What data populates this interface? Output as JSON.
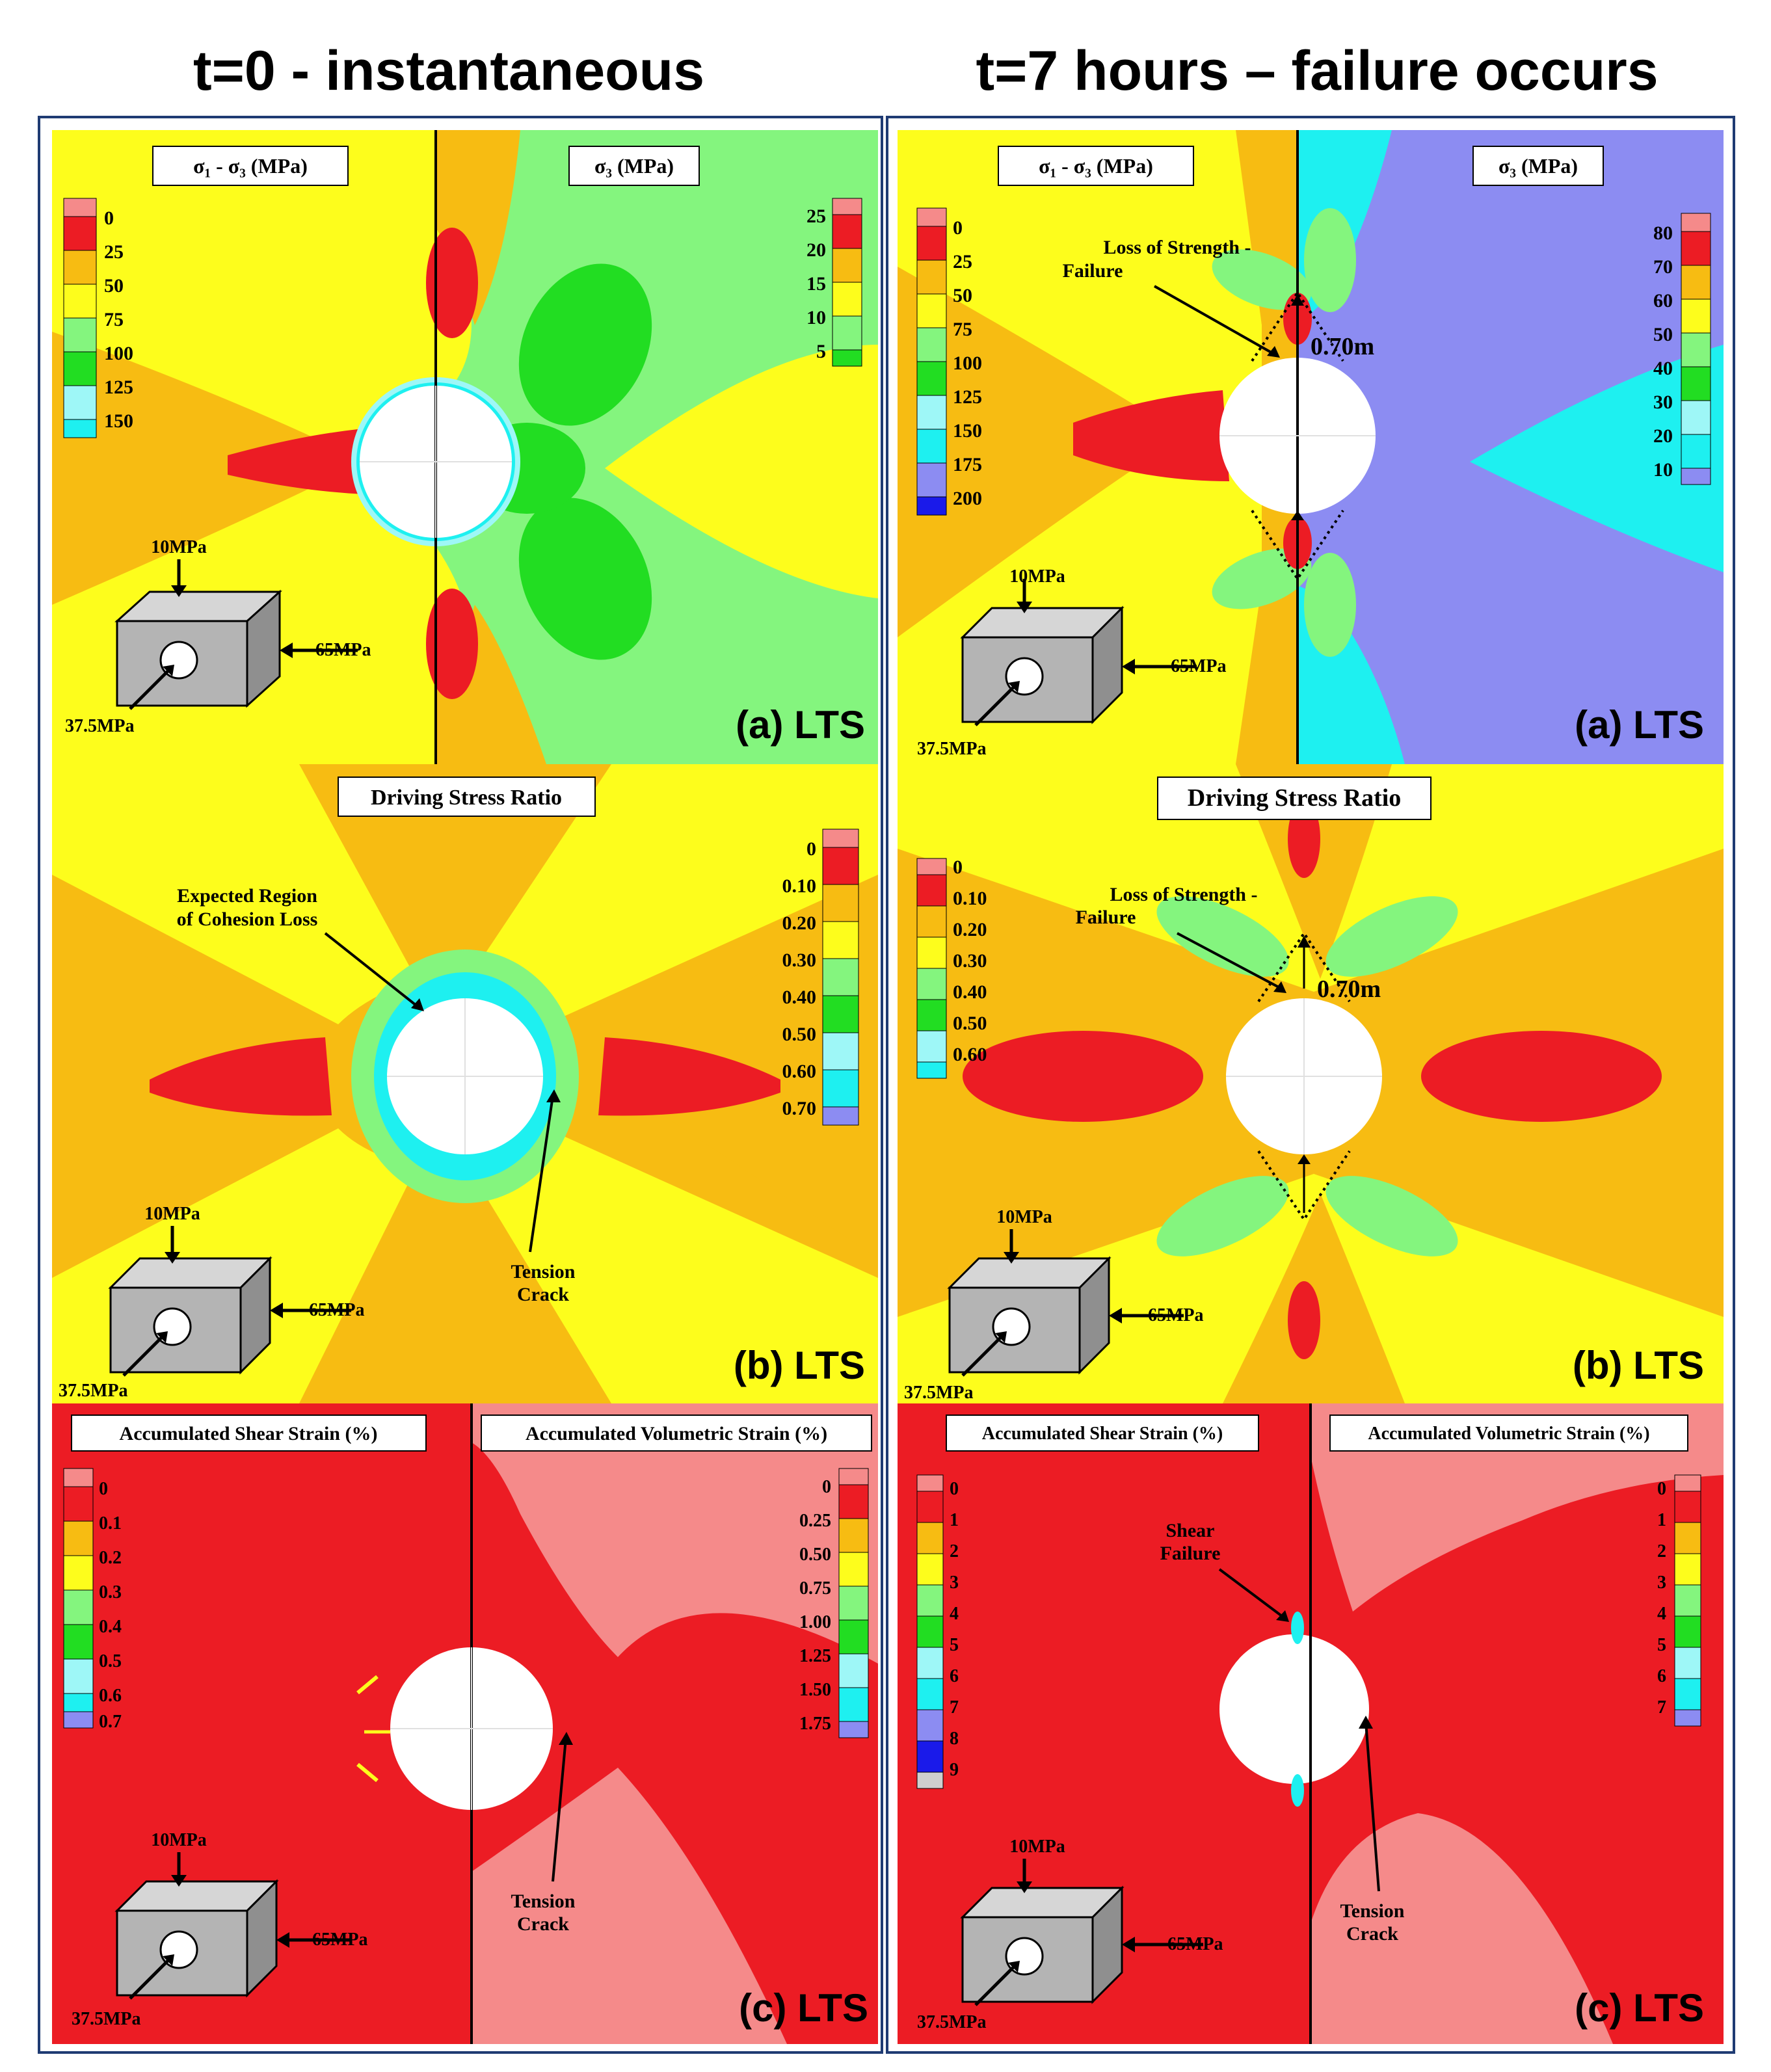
{
  "headers": {
    "left": "t=0 - instantaneous",
    "right": "t=7 hours – failure occurs"
  },
  "colors": {
    "pink": "#f58a8a",
    "red": "#ec1c24",
    "orange": "#f7bc12",
    "yellow": "#fdfd1c",
    "lightgreen": "#84f57e",
    "green": "#22dd22",
    "lightcyan": "#9ef7f7",
    "cyan": "#1ef0f0",
    "lavender": "#8c8cf2",
    "blue": "#1a1aea",
    "gray": "#cfcfcf",
    "boxgray": "#b4b4b4",
    "frame": "#1f3b73"
  },
  "loads": {
    "top": "10MPa",
    "side": "65MPa",
    "out": "37.5MPa"
  },
  "left": {
    "a": {
      "tag": "(a) LTS",
      "title_left": "σ₁ - σ₃ (MPa)",
      "title_right": "σ₃ (MPa)",
      "legend_left": [
        "0",
        "25",
        "50",
        "75",
        "100",
        "125",
        "150"
      ],
      "legend_right": [
        "25",
        "20",
        "15",
        "10",
        "5"
      ]
    },
    "b": {
      "tag": "(b) LTS",
      "title": "Driving Stress Ratio",
      "legend": [
        "0",
        "0.10",
        "0.20",
        "0.30",
        "0.40",
        "0.50",
        "0.60",
        "0.70"
      ],
      "annot_cohesion": [
        "Expected Region",
        "of Cohesion Loss"
      ],
      "annot_tension": [
        "Tension",
        "Crack"
      ]
    },
    "c": {
      "tag": "(c) LTS",
      "title_left": "Accumulated Shear Strain (%)",
      "title_right": "Accumulated Volumetric Strain (%)",
      "legend_left": [
        "0",
        "0.1",
        "0.2",
        "0.3",
        "0.4",
        "0.5",
        "0.6",
        "0.7"
      ],
      "legend_right": [
        "0",
        "0.25",
        "0.50",
        "0.75",
        "1.00",
        "1.25",
        "1.50",
        "1.75"
      ],
      "annot_tension": [
        "Tension",
        "Crack"
      ]
    }
  },
  "right": {
    "a": {
      "tag": "(a) LTS",
      "title_left": "σ₁ - σ₃ (MPa)",
      "title_right": "σ₃ (MPa)",
      "legend_left": [
        "0",
        "25",
        "50",
        "75",
        "100",
        "125",
        "150",
        "175",
        "200"
      ],
      "legend_right": [
        "80",
        "70",
        "60",
        "50",
        "40",
        "30",
        "20",
        "10"
      ],
      "annot_loss": [
        "Loss of Strength -",
        "Failure"
      ],
      "dimension": "0.70m"
    },
    "b": {
      "tag": "(b) LTS",
      "title": "Driving Stress Ratio",
      "legend": [
        "0",
        "0.10",
        "0.20",
        "0.30",
        "0.40",
        "0.50",
        "0.60"
      ],
      "annot_loss": [
        "Loss of Strength -",
        "Failure"
      ],
      "dimension": "0.70m"
    },
    "c": {
      "tag": "(c) LTS",
      "title_left": "Accumulated Shear Strain (%)",
      "title_right": "Accumulated Volumetric Strain (%)",
      "legend_left": [
        "0",
        "1",
        "2",
        "3",
        "4",
        "5",
        "6",
        "7",
        "8",
        "9"
      ],
      "legend_right": [
        "0",
        "1",
        "2",
        "3",
        "4",
        "5",
        "6",
        "7"
      ],
      "annot_shear": [
        "Shear",
        "Failure"
      ],
      "annot_tension": [
        "Tension",
        "Crack"
      ]
    }
  }
}
